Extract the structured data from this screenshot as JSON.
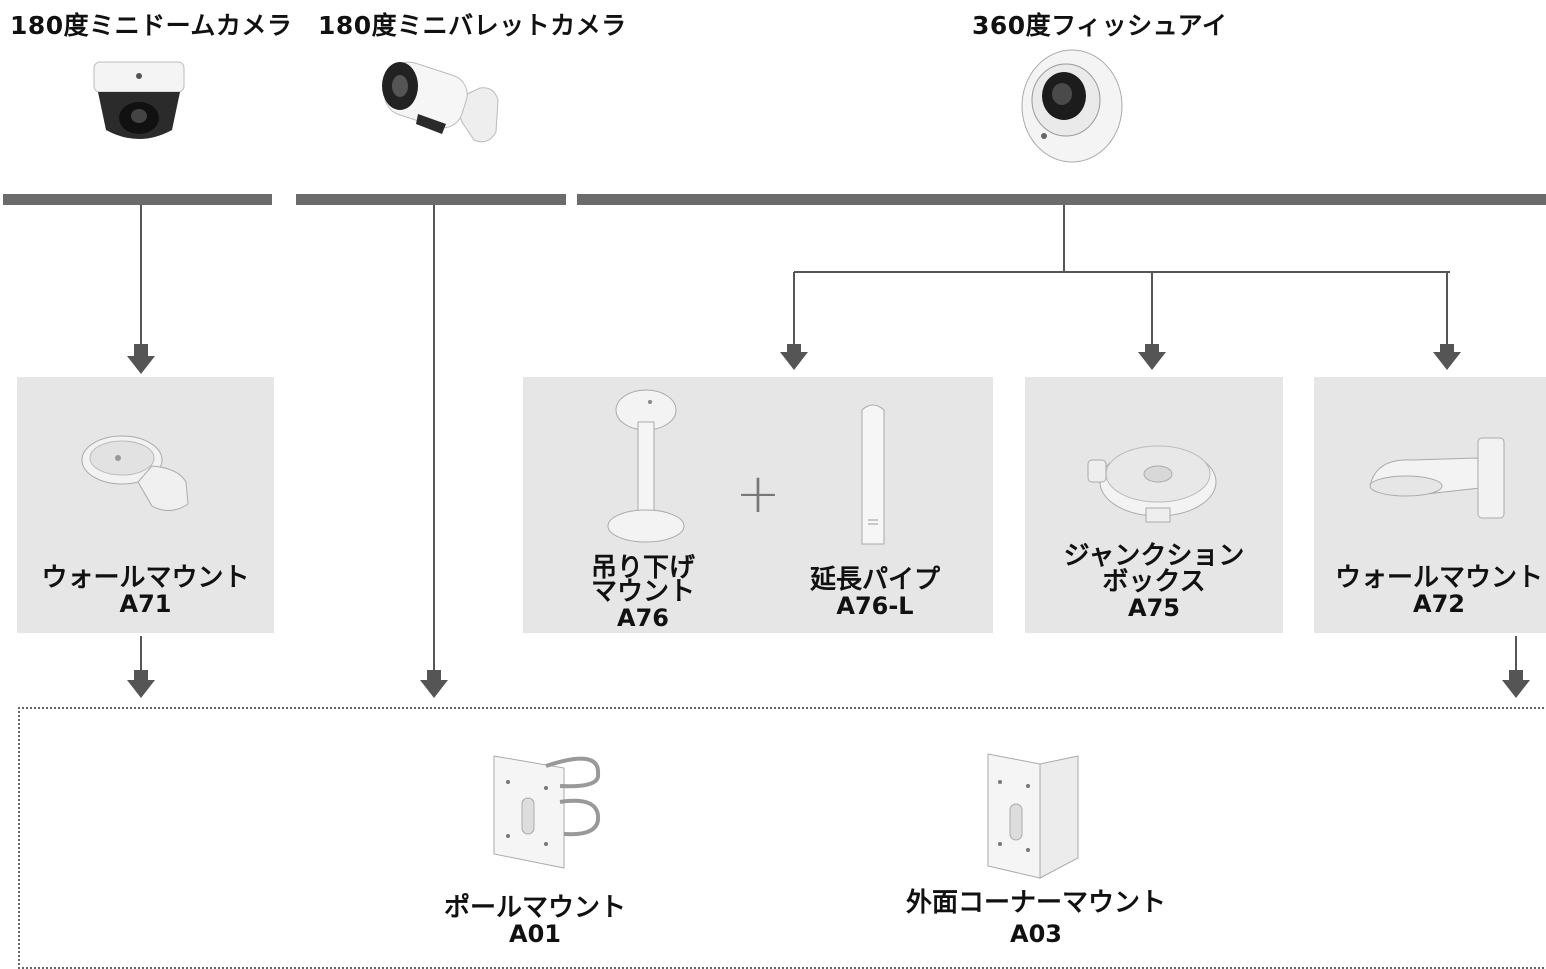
{
  "cameras": [
    {
      "title": "180度ミニドームカメラ",
      "icon": "mini-dome-camera-icon"
    },
    {
      "title": "180度ミニバレットカメラ",
      "icon": "mini-bullet-camera-icon"
    },
    {
      "title": "360度フィッシュアイ",
      "icon": "fisheye-camera-icon"
    }
  ],
  "mounts": {
    "a71": {
      "name": "ウォールマウント",
      "code": "A71"
    },
    "a76": {
      "name_line1": "吊り下げ",
      "name_line2": "マウント",
      "code": "A76"
    },
    "plus": "+",
    "a76l": {
      "name": "延長パイプ",
      "code": "A76-L"
    },
    "a75": {
      "name_line1": "ジャンクション",
      "name_line2": "ボックス",
      "code": "A75"
    },
    "a72": {
      "name": "ウォールマウント",
      "code": "A72"
    },
    "a01": {
      "name": "ポールマウント",
      "code": "A01"
    },
    "a03": {
      "name": "外面コーナーマウント",
      "code": "A03"
    }
  },
  "colors": {
    "bar": "#6b6b6b",
    "box": "#e6e6e6",
    "arrow": "#555555"
  }
}
